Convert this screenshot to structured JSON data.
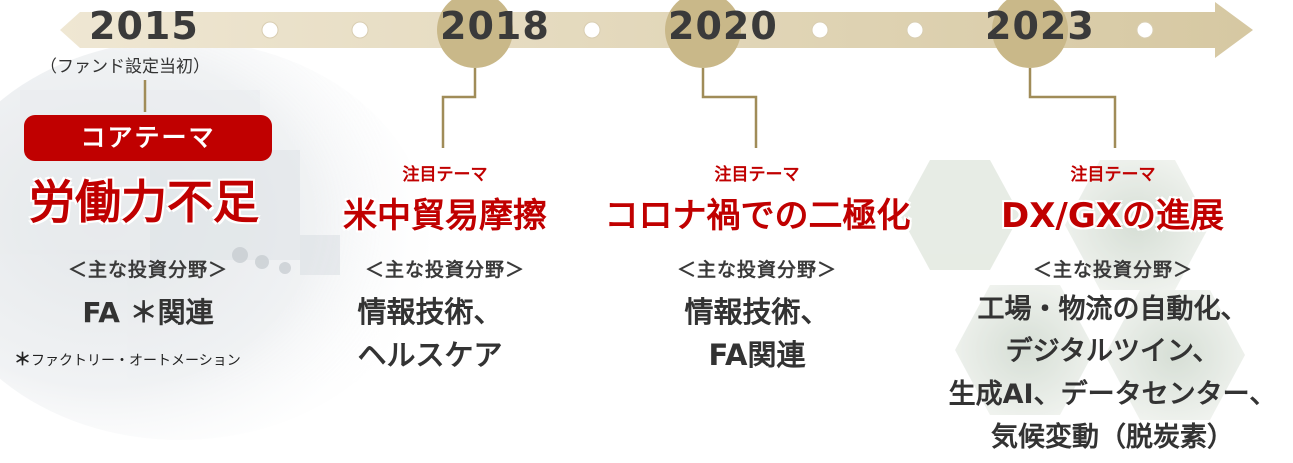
{
  "timeline": {
    "colors": {
      "arrow": "#d8cba9",
      "milestone": "#c9b889",
      "connector": "#a08c58",
      "accent": "#c00000"
    }
  },
  "milestones": [
    {
      "year": "2015",
      "year_note": "（ファンド設定当初）",
      "badge": "コアテーマ",
      "theme": "労働力不足",
      "fields_label": "＜主な投資分野＞",
      "fields": [
        "FA ＊関連"
      ],
      "footnote_mark": "＊",
      "footnote": "ファクトリー・オートメーション"
    },
    {
      "year": "2018",
      "theme_label": "注目テーマ",
      "theme": "米中貿易摩擦",
      "fields_label": "＜主な投資分野＞",
      "fields": [
        "情報技術、",
        "ヘルスケア"
      ]
    },
    {
      "year": "2020",
      "theme_label": "注目テーマ",
      "theme": "コロナ禍での二極化",
      "fields_label": "＜主な投資分野＞",
      "fields": [
        "情報技術、",
        "FA関連"
      ]
    },
    {
      "year": "2023",
      "theme_label": "注目テーマ",
      "theme": "DX/GXの進展",
      "fields_label": "＜主な投資分野＞",
      "fields": [
        "工場・物流の自動化、",
        "デジタルツイン、",
        "生成AI、データセンター、",
        "気候変動（脱炭素）"
      ]
    }
  ]
}
